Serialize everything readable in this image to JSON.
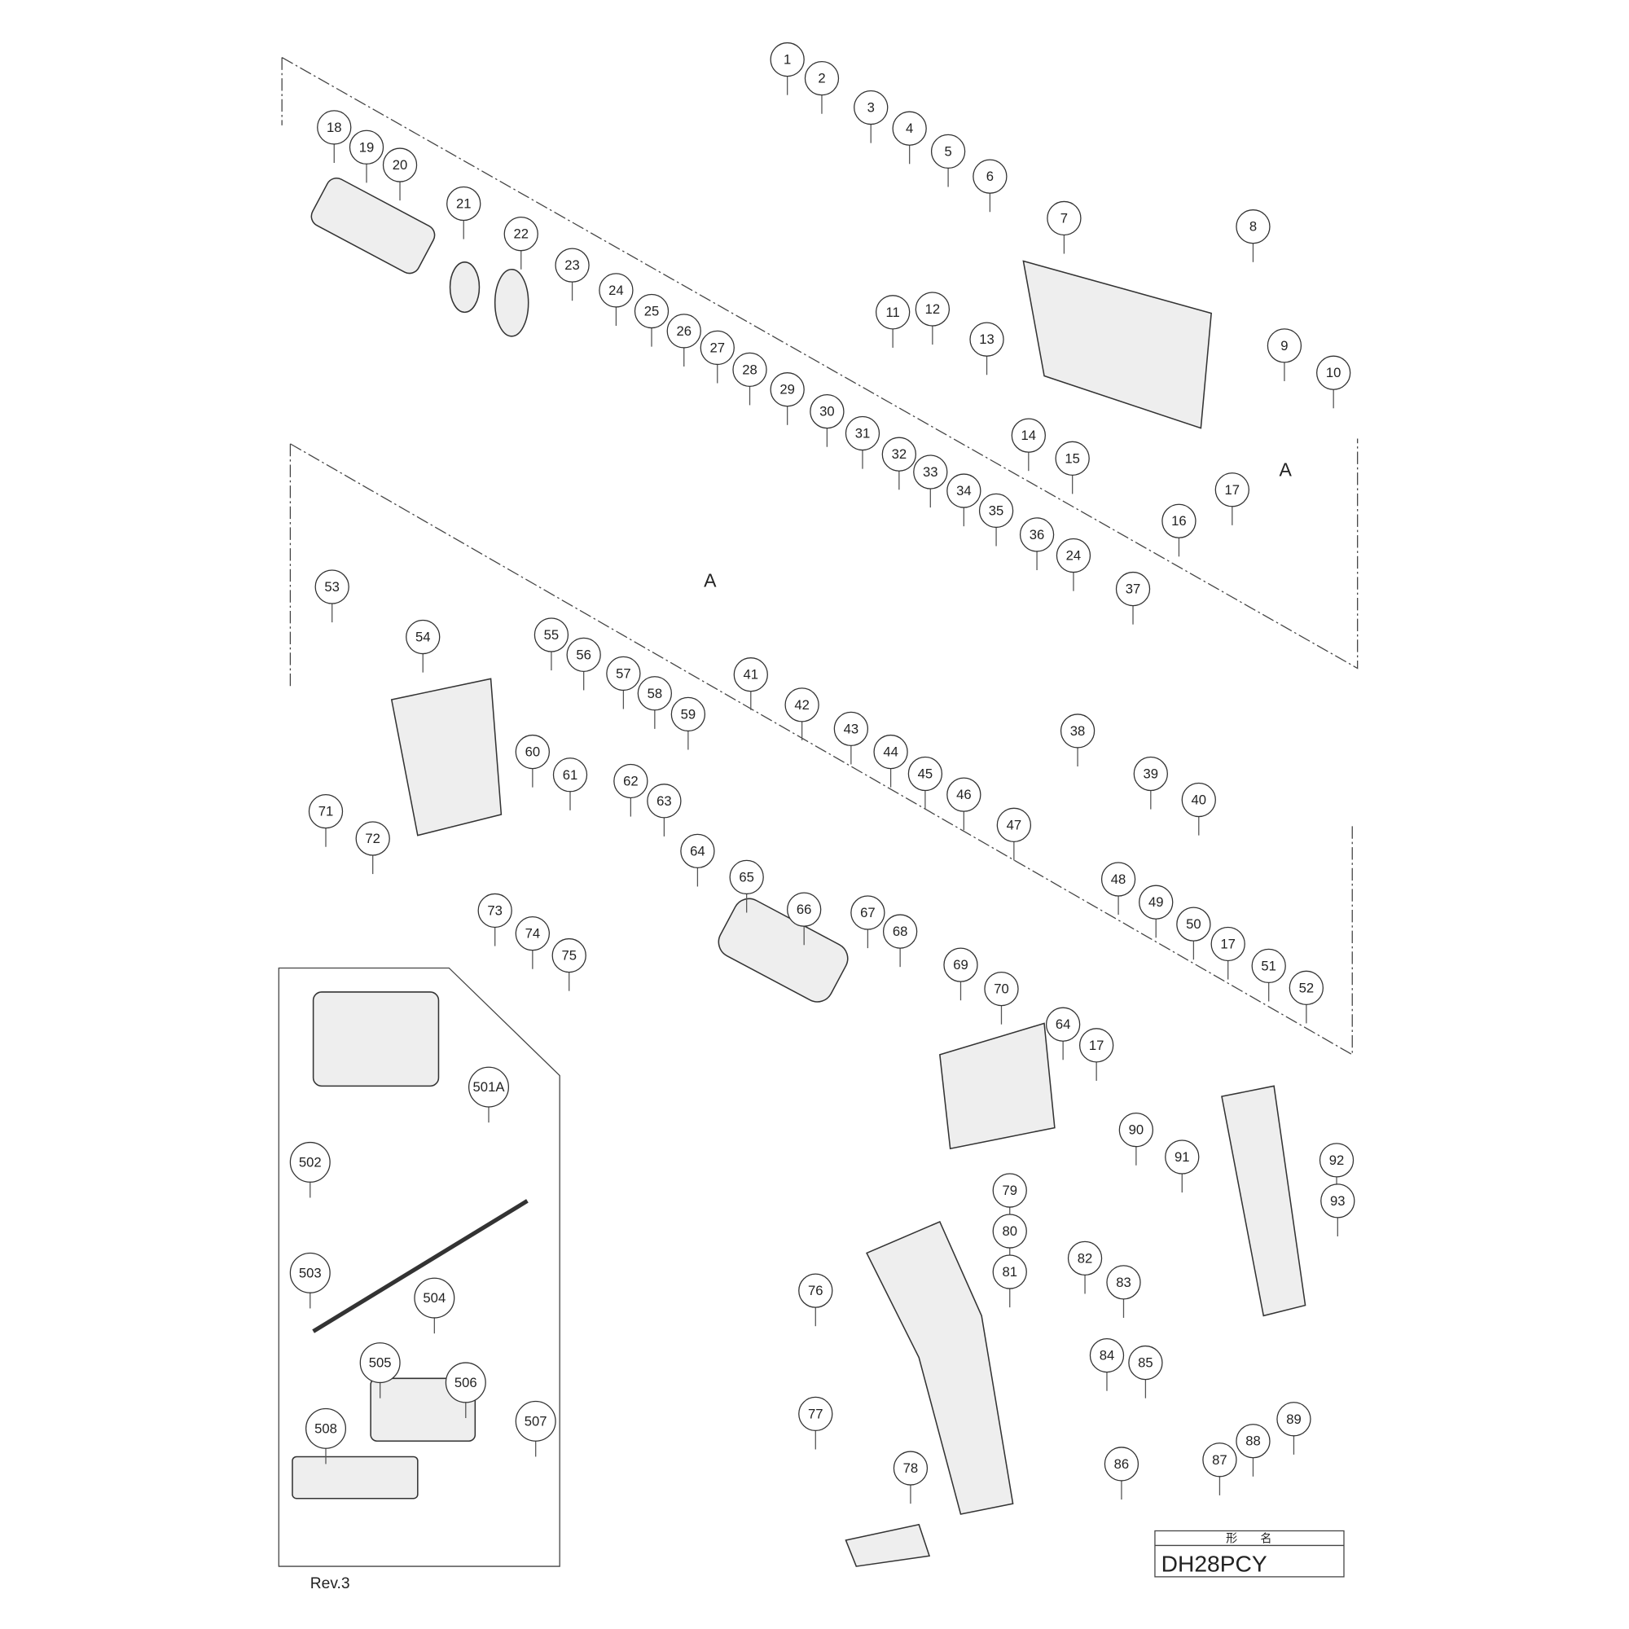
{
  "title_block": {
    "header": "形　　名",
    "model": "DH28PCY"
  },
  "revision": "Rev.3",
  "section_markers": [
    "A",
    "A"
  ],
  "callouts": [
    "1",
    "2",
    "3",
    "4",
    "5",
    "6",
    "7",
    "8",
    "9",
    "10",
    "11",
    "12",
    "13",
    "14",
    "15",
    "16",
    "17",
    "18",
    "19",
    "20",
    "21",
    "22",
    "23",
    "24",
    "25",
    "26",
    "27",
    "28",
    "29",
    "30",
    "31",
    "32",
    "33",
    "34",
    "35",
    "36",
    "24",
    "37",
    "38",
    "39",
    "40",
    "41",
    "42",
    "43",
    "44",
    "45",
    "46",
    "47",
    "48",
    "49",
    "50",
    "17",
    "51",
    "52",
    "53",
    "54",
    "55",
    "56",
    "57",
    "58",
    "59",
    "60",
    "61",
    "62",
    "63",
    "64",
    "65",
    "66",
    "67",
    "68",
    "69",
    "70",
    "64",
    "17",
    "71",
    "72",
    "73",
    "74",
    "75",
    "76",
    "77",
    "78",
    "79",
    "80",
    "81",
    "82",
    "83",
    "84",
    "85",
    "86",
    "87",
    "88",
    "89",
    "90",
    "91",
    "92",
    "93",
    "501A",
    "502",
    "503",
    "504",
    "505",
    "506",
    "507",
    "508"
  ]
}
